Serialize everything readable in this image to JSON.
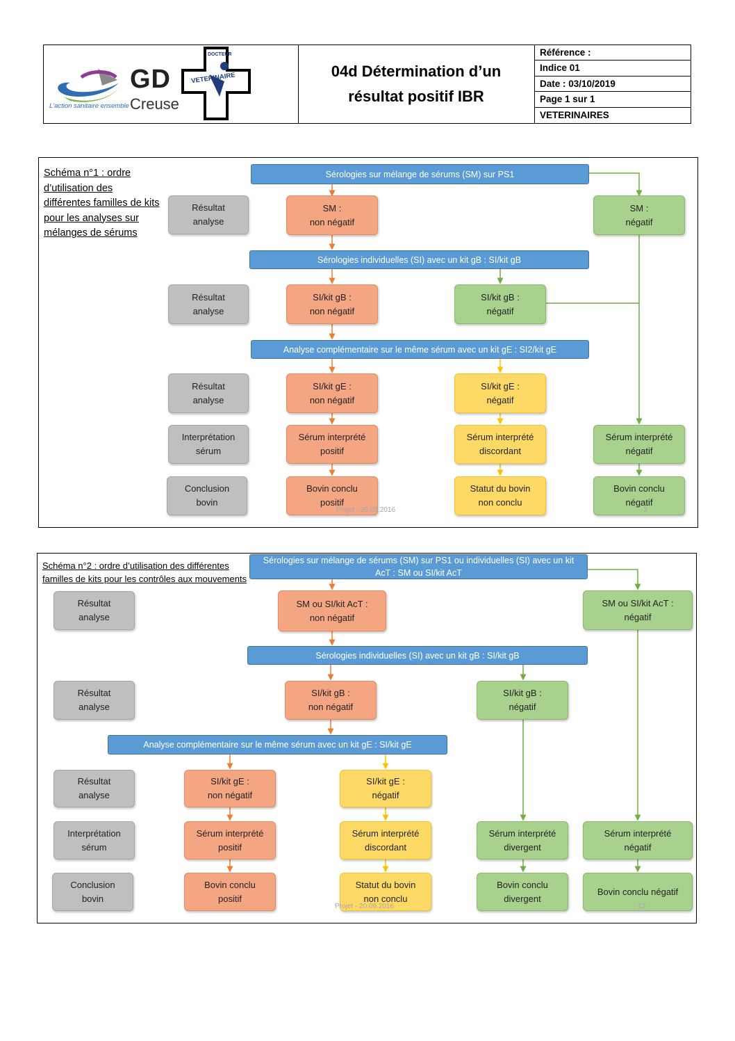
{
  "header": {
    "logo_gd": "GD",
    "logo_creuse": "Creuse",
    "logo_tagline": "L'action sanitaire ensemble",
    "logo_doctor": "DOCTEUR",
    "logo_vet": "VETERINAIRE",
    "title_line1": "04d Détermination d’un",
    "title_line2": "résultat positif IBR",
    "reference": "Référence :",
    "indice": "Indice 01",
    "date": "Date : 03/10/2019",
    "page": "Page 1 sur 1",
    "audience": "VETERINAIRES"
  },
  "colors": {
    "blue": "#5b9bd5",
    "orange": "#f4a582",
    "green": "#a9d18e",
    "yellow": "#ffd966",
    "gray": "#bfbfbf"
  },
  "schema1": {
    "caption": "Schéma n°1 : ordre d’utilisation des différentes familles de kits pour les analyses sur mélanges de sérums",
    "bar1": "Sérologies sur mélange de sérums (SM) sur PS1",
    "bar2": "Sérologies individuelles (SI) avec un kit gB : SI/kit gB",
    "bar3": "Analyse complémentaire sur le même sérum avec un kit gE : SI2/kit gE",
    "row_labels": [
      "Résultat\nanalyse",
      "Résultat\nanalyse",
      "Résultat\nanalyse",
      "Interprétation\nsérum",
      "Conclusion\nbovin"
    ],
    "sm_pos": "SM :\nnon négatif",
    "sm_neg": "SM :\nnégatif",
    "gb_pos": "SI/kit gB :\nnon négatif",
    "gb_neg": "SI/kit gB :\nnégatif",
    "ge_pos": "SI/kit gE :\nnon négatif",
    "ge_neg": "SI/kit gE :\nnégatif",
    "interp_pos": "Sérum interprété\npositif",
    "interp_disc": "Sérum interprété\ndiscordant",
    "interp_neg": "Sérum interprété\nnégatif",
    "concl_pos": "Bovin conclu\npositif",
    "concl_nc": "Statut du bovin\nnon conclu",
    "concl_neg": "Bovin conclu\nnégatif",
    "watermark": "Projet - 20.09.2016",
    "page_num": "3"
  },
  "schema2": {
    "caption": "Schéma n°2 : ordre d’utilisation des différentes familles de kits pour les contrôles aux mouvements",
    "bar1": "Sérologies sur mélange de sérums (SM) sur PS1 ou individuelles (SI) avec un kit AcT : SM ou SI/kit AcT",
    "bar2": "Sérologies individuelles (SI) avec un kit gB : SI/kit gB",
    "bar3": "Analyse complémentaire sur le même sérum avec un kit gE : SI/kit gE",
    "row_labels": [
      "Résultat\nanalyse",
      "Résultat\nanalyse",
      "Résultat\nanalyse",
      "Interprétation\nsérum",
      "Conclusion\nbovin"
    ],
    "act_pos": "SM  ou SI/kit AcT :\nnon négatif",
    "act_neg": "SM ou SI/kit AcT  :\nnégatif",
    "gb_pos": "SI/kit gB :\nnon négatif",
    "gb_neg": "SI/kit gB :\nnégatif",
    "ge_pos": "SI/kit gE :\nnon négatif",
    "ge_neg": "SI/kit gE :\nnégatif",
    "interp_pos": "Sérum interprété\npositif",
    "interp_disc": "Sérum interprété\ndiscordant",
    "interp_div": "Sérum interprété\ndivergent",
    "interp_neg": "Sérum interprété\nnégatif",
    "concl_pos": "Bovin conclu\npositif",
    "concl_nc": "Statut du bovin\nnon conclu",
    "concl_div": "Bovin conclu\ndivergent",
    "concl_neg": "Bovin conclu négatif",
    "watermark": "Projet - 20.09.2016",
    "page_num": "12"
  }
}
